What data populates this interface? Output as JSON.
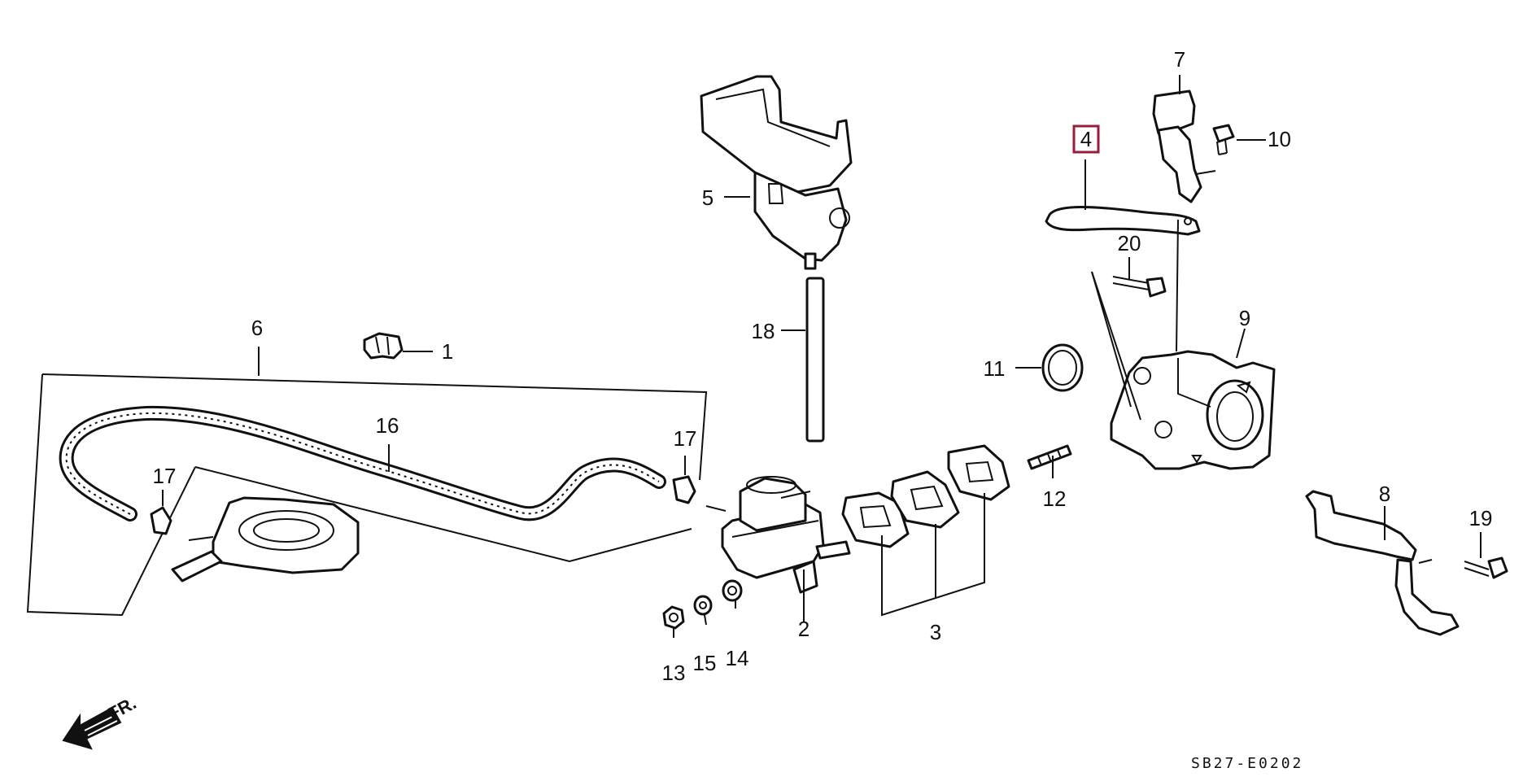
{
  "diagram": {
    "highlight_color": "#9b1b3a",
    "callouts": {
      "c1": "1",
      "c2": "2",
      "c3": "3",
      "c4": "4",
      "c5": "5",
      "c6": "6",
      "c7": "7",
      "c8": "8",
      "c9": "9",
      "c10": "10",
      "c11": "11",
      "c12": "12",
      "c13": "13",
      "c14": "14",
      "c15": "15",
      "c16": "16",
      "c17a": "17",
      "c17b": "17",
      "c18": "18",
      "c19": "19",
      "c20": "20"
    },
    "direction_label": "FR.",
    "diagram_code": "SB27-E0202"
  }
}
